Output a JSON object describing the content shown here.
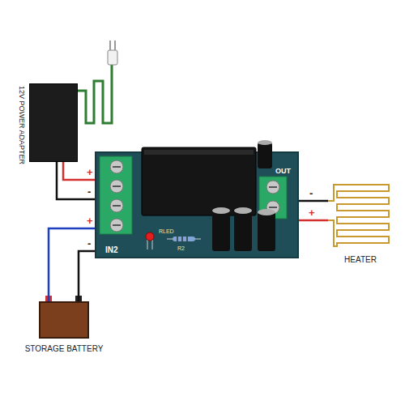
{
  "diagram": {
    "nodes": [
      {
        "text": [
          "12V POWER ADAPTER"
        ]
      },
      {
        "text": [
          "OUT",
          "RLED",
          "IN2",
          "R2"
        ]
      },
      {
        "text": [
          "HEATER"
        ]
      },
      {
        "text": [
          "STORAGE BATTERY"
        ]
      }
    ],
    "edges": [
      {
        "from": 0,
        "to": 1,
        "arrow": "none"
      },
      {
        "from": 0,
        "to": 1,
        "arrow": "none"
      },
      {
        "from": 3,
        "to": 1,
        "arrow": "none"
      },
      {
        "from": 3,
        "to": 1,
        "arrow": "none"
      },
      {
        "from": 1,
        "to": 2,
        "arrow": "none"
      },
      {
        "from": 1,
        "to": 2,
        "arrow": "none"
      }
    ],
    "labels": [
      "+",
      "-",
      "+",
      "-",
      "-",
      "+"
    ]
  }
}
